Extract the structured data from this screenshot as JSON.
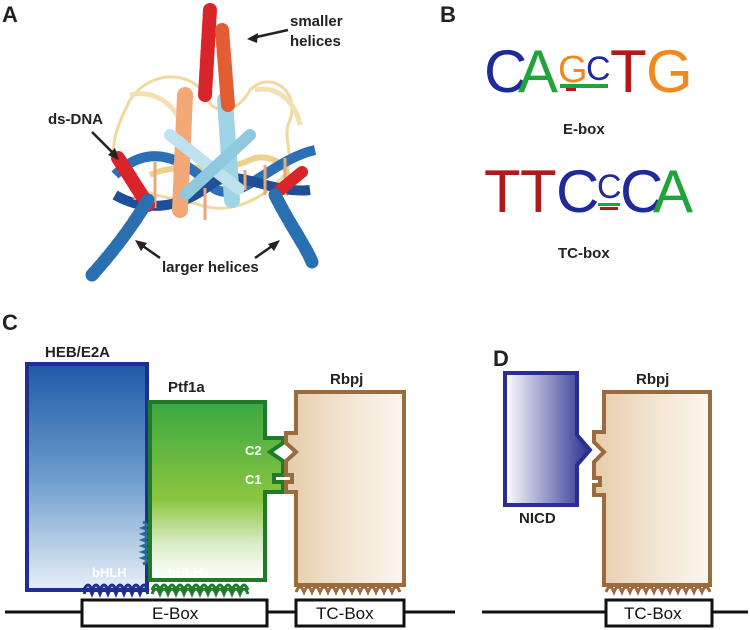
{
  "panels": {
    "a": "A",
    "b": "B",
    "c": "C",
    "d": "D"
  },
  "panel_a": {
    "smaller_helices": [
      "smaller",
      "helices"
    ],
    "ds_dna": "ds-DNA",
    "larger_helices": "larger helices"
  },
  "panel_b": {
    "ebox_caption": "E-box",
    "tcbox_caption": "TC-box",
    "ebox_letters": [
      "C",
      "A",
      "G",
      "C",
      "T",
      "G"
    ],
    "tcbox_letters": [
      "T",
      "T",
      "C",
      "C",
      "C",
      "A"
    ]
  },
  "panel_c": {
    "heb": "HEB/E2A",
    "ptf1a": "Ptf1a",
    "rbpj": "Rbpj",
    "c2": "C2",
    "c1": "C1",
    "bhlh_left": "bHLH",
    "bhlh_right": "bHLH",
    "ebox": "E-Box",
    "tcbox": "TC-Box"
  },
  "panel_d": {
    "nicd": "NICD",
    "rbpj": "Rbpj",
    "tcbox": "TC-Box"
  },
  "colors": {
    "heb_border": "#1f2f8f",
    "heb_top": "#1e5aa8",
    "ptf1a_border": "#1f7a2a",
    "ptf1a_fill": "#3aa843",
    "rbpj_border": "#9a6b3c",
    "rbpj_fill": "#f1e1cc",
    "nicd_border": "#2a2f8f",
    "logo_c": "#1f2a9a",
    "logo_a": "#22a33a",
    "logo_g": "#f08a20",
    "logo_t": "#b01a1a"
  }
}
